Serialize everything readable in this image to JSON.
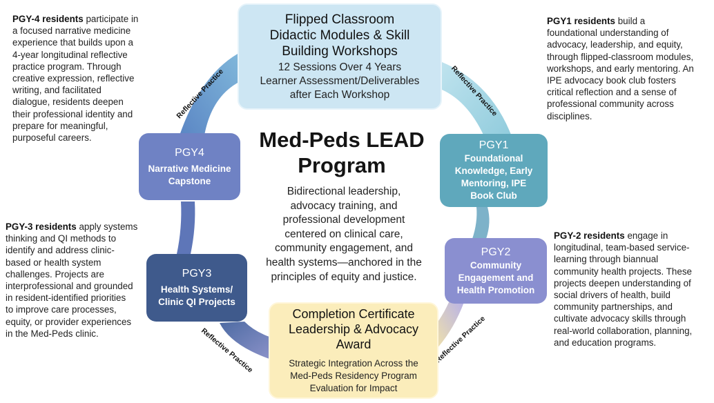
{
  "top_box": {
    "title_lines": [
      "Flipped Classroom",
      "Didactic Modules & Skill",
      "Building Workshops"
    ],
    "sub_lines": [
      "12 Sessions Over 4 Years",
      "Learner Assessment/Deliverables",
      "after Each Workshop"
    ]
  },
  "center": {
    "title_lines": [
      "Med-Peds LEAD",
      "Program"
    ],
    "desc_lines": [
      "Bidirectional leadership,",
      "advocacy training, and",
      "professional development",
      "centered on clinical care,",
      "community engagement, and",
      "health systems—anchored in the",
      "principles of equity and justice."
    ]
  },
  "pgy1": {
    "year": "PGY1",
    "desc_lines": [
      "Foundational",
      "Knowledge, Early",
      "Mentoring, IPE",
      "Book Club"
    ]
  },
  "pgy2": {
    "year": "PGY2",
    "desc_lines": [
      "Community",
      "Engagement and",
      "Health Promotion"
    ]
  },
  "pgy3": {
    "year": "PGY3",
    "desc_lines": [
      "Health Systems/",
      "Clinic QI Projects"
    ]
  },
  "pgy4": {
    "year": "PGY4",
    "desc_lines": [
      "Narrative Medicine",
      "Capstone"
    ]
  },
  "bottom_box": {
    "title_lines": [
      "Completion Certificate",
      "Leadership & Advocacy",
      "Award"
    ],
    "sub_lines": [
      "Strategic Integration Across the",
      "Med-Peds Residency Program",
      "Evaluation for Impact"
    ]
  },
  "arrow_label": "Reflective Practice",
  "sides": {
    "pgy4": {
      "bold": "PGY-4 residents",
      "lines": [
        " participate in",
        "a focused narrative medicine",
        "experience that builds upon a",
        "4-year longitudinal reflective",
        "practice program. Through",
        "creative expression, reflective",
        "writing, and facilitated",
        "dialogue, residents deepen",
        "their professional identity and",
        "prepare for meaningful,",
        "purposeful careers."
      ]
    },
    "pgy1": {
      "bold": "PGY1 residents",
      "lines": [
        " build a",
        "foundational understanding of",
        "advocacy, leadership, and equity,",
        "through flipped-classroom modules,",
        "workshops, and early mentoring. An",
        "IPE advocacy book club fosters",
        "critical reflection and a sense of",
        "professional community across",
        "disciplines."
      ]
    },
    "pgy3": {
      "bold": "PGY-3 residents",
      "lines": [
        " apply systems",
        "thinking and QI methods to",
        "identify and address clinic-",
        "based or health system",
        "challenges. Projects are",
        "interprofessional and grounded",
        "in resident-identified priorities",
        "to improve care processes,",
        "equity, or provider experiences",
        "in the Med-Peds clinic."
      ]
    },
    "pgy2": {
      "bold": "PGY-2 residents",
      "lines": [
        " engage in",
        "longitudinal, team-based service-",
        "learning through biannual",
        "community health projects. These",
        "projects deepen understanding of",
        "social drivers of health, build",
        "community partnerships, and",
        "cultivate advocacy skills through",
        "real-world collaboration, planning,",
        "and education programs."
      ]
    }
  },
  "colors": {
    "top_box": "#cde6f3",
    "pgy1": "#5fa8bc",
    "pgy2": "#8a8fd0",
    "pgy3": "#3f5a8c",
    "pgy4": "#6f82c4",
    "bottom_box": "#fbedbb"
  }
}
